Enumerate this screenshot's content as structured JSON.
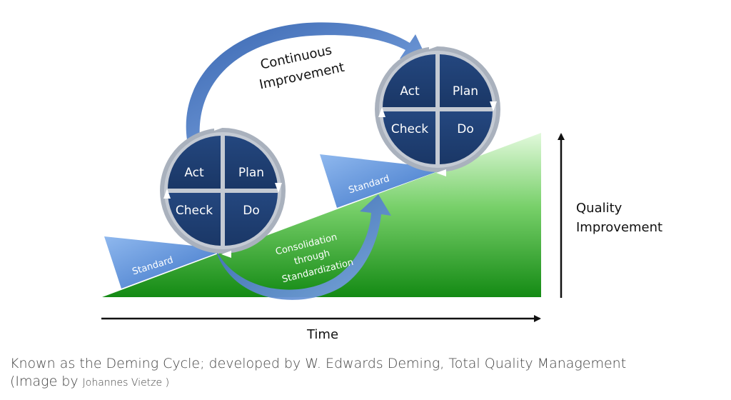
{
  "cycle_left": {
    "act": "Act",
    "plan": "Plan",
    "check": "Check",
    "do": "Do"
  },
  "cycle_right": {
    "act": "Act",
    "plan": "Plan",
    "check": "Check",
    "do": "Do"
  },
  "wedge_left_label": "Standard",
  "wedge_right_label": "Standard",
  "continuous_line1": "Continuous",
  "continuous_line2": "Improvement",
  "consolidation_line1": "Consolidation",
  "consolidation_line2": "through",
  "consolidation_line3": "Standardization",
  "axis_y_line1": "Quality",
  "axis_y_line2": "Improvement",
  "axis_x": "Time",
  "caption": {
    "line1": "Known as the Deming Cycle; developed by W. Edwards Deming, Total Quality Management",
    "line2_prefix": "(Image by ",
    "line2_author": "Johannes Vietze",
    "line2_suffix": " )"
  },
  "colors": {
    "quadrant": "#1f3f73",
    "ring": "#a9b1bd",
    "ramp_top": "#d4f5cf",
    "ramp_bottom": "#1d8f1d",
    "wedge": "#5b8fd6",
    "arrow": "#4a78c4"
  }
}
